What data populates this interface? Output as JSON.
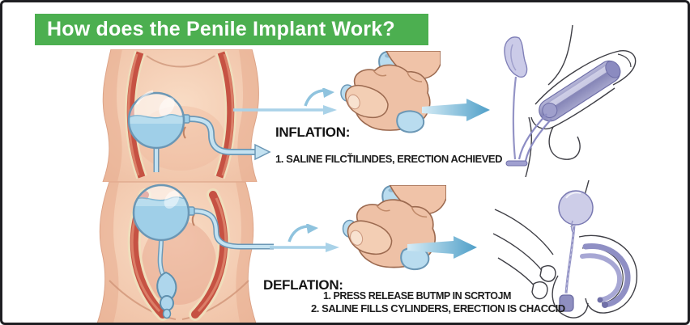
{
  "header": {
    "title": "How does the Penile Implant Work?",
    "bg_color": "#4caf50",
    "text_color": "#ffffff"
  },
  "inflation": {
    "label": "INFLATION:",
    "steps": [
      "1. SALINE FILCŤILINDES, ERECTION ACHIEVED"
    ]
  },
  "deflation": {
    "label": "DEFLATION:",
    "steps": [
      "1. PRESS RELEASE BUTMP IN SCRTOJM",
      "2. SALINE FILLS CYLINDERS, ERECTION IS CHACCID"
    ]
  },
  "illustrations": {
    "inflation_reservoir": "abdomen with saline reservoir and tubing",
    "inflation_pump": "hand squeezing scrotal pump",
    "inflation_result": "erect penis with inflated implant cylinder",
    "deflation_reservoir": "pelvis with reservoir, tubing and scrotal pump",
    "deflation_pump": "hand squeezing release pump",
    "deflation_result": "flaccid penis with deflated implant cylinders"
  },
  "icons": {
    "flow_arrow": "thin right arrow",
    "squeeze_arrow": "curved right arrow",
    "transfer_arrow": "thick right arrow"
  },
  "colors": {
    "frame_border": "#1f1f23",
    "banner_green": "#4caf50",
    "arrow_blue": "#a9d2e8",
    "saline_blue": "#9fcfe8",
    "implant_purple": "#8f8fc0",
    "skin": "#f0c3a8",
    "muscle_red": "#c65243"
  }
}
